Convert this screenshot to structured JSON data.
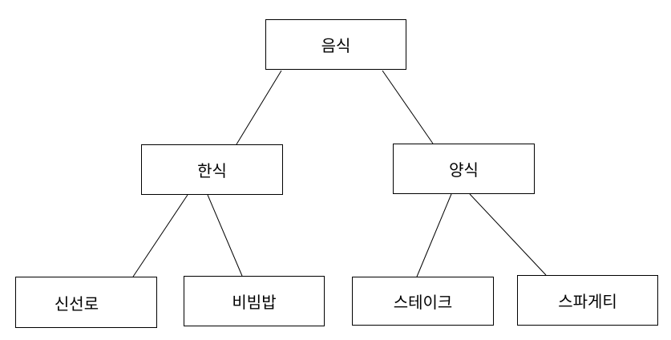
{
  "tree": {
    "root": {
      "label": "음식"
    },
    "korean": {
      "label": "한식"
    },
    "western": {
      "label": "양식"
    },
    "leaves": {
      "sinseonro": {
        "label": "신선로"
      },
      "bibimbap": {
        "label": "비빔밥"
      },
      "steak": {
        "label": "스테이크"
      },
      "spaghetti": {
        "label": "스파게티"
      }
    }
  },
  "colors": {
    "line": "#000000",
    "border": "#000000",
    "background": "#ffffff"
  }
}
